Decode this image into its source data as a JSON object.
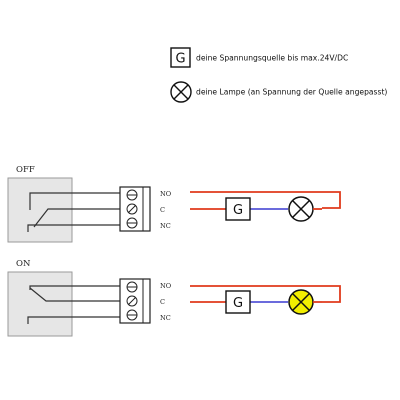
{
  "legend": {
    "generator_symbol": "G",
    "generator_text": "deine Spannungsquelle bis max.24V/DC",
    "lamp_text": "deine Lampe (an Spannung der Quelle angepasst)"
  },
  "circuits": [
    {
      "state_label": "OFF",
      "terminals": [
        "NO",
        "C",
        "NC"
      ],
      "generator_symbol": "G",
      "lamp_lit": false
    },
    {
      "state_label": "ON",
      "terminals": [
        "NO",
        "C",
        "NC"
      ],
      "generator_symbol": "G",
      "lamp_lit": true
    }
  ],
  "colors": {
    "relay_box": "#e6e6e6",
    "wire_red": "#e03a1c",
    "wire_blue": "#3a3ad0",
    "lamp_lit": "#f2ee00"
  }
}
